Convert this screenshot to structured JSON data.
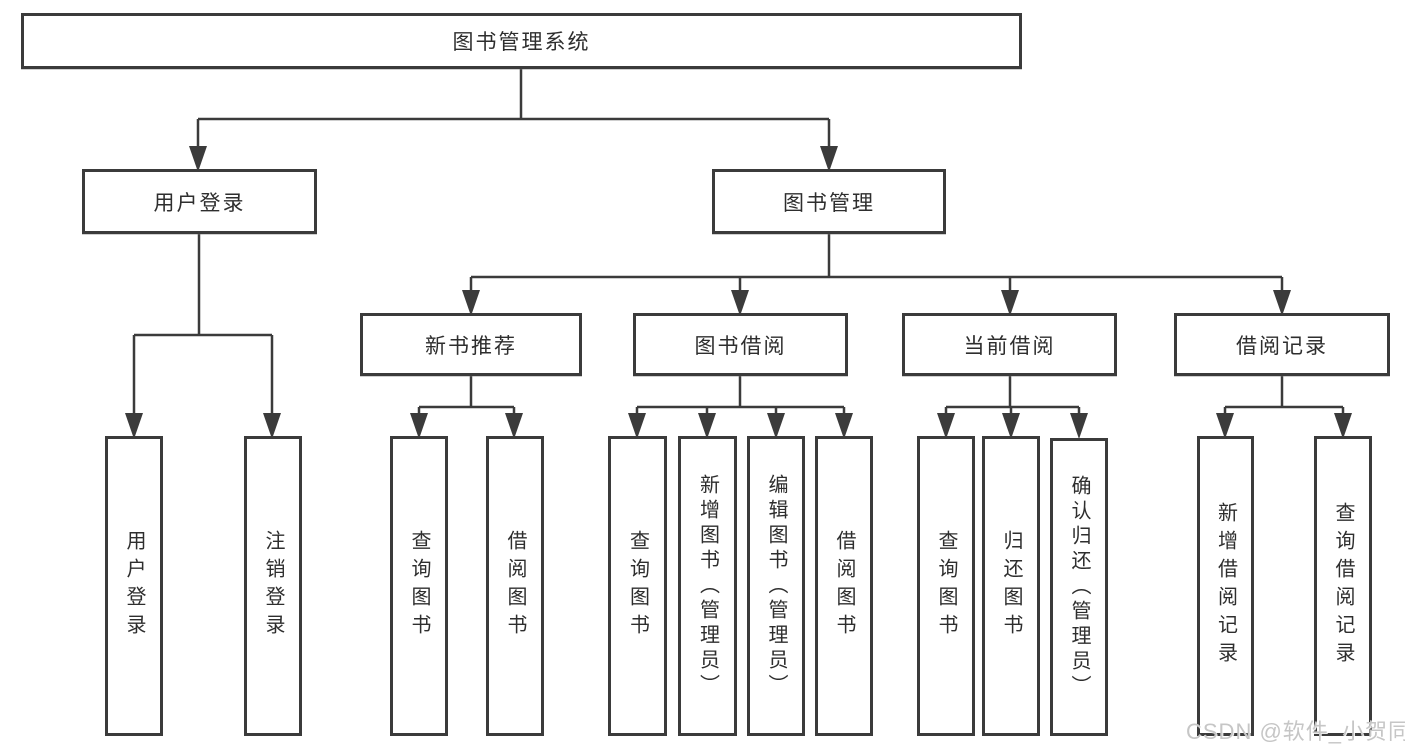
{
  "diagram": {
    "root": {
      "label": "图书管理系统"
    },
    "branches": [
      {
        "label": "用户登录",
        "children": [
          {
            "label": "用户登录"
          },
          {
            "label": "注销登录"
          }
        ]
      },
      {
        "label": "图书管理",
        "children": [
          {
            "label": "新书推荐",
            "children": [
              {
                "label": "查询图书"
              },
              {
                "label": "借阅图书"
              }
            ]
          },
          {
            "label": "图书借阅",
            "children": [
              {
                "label": "查询图书"
              },
              {
                "label": "新增图书（管理员）"
              },
              {
                "label": "编辑图书（管理员）"
              },
              {
                "label": "借阅图书"
              }
            ]
          },
          {
            "label": "当前借阅",
            "children": [
              {
                "label": "查询图书"
              },
              {
                "label": "归还图书"
              },
              {
                "label": "确认归还（管理员）"
              }
            ]
          },
          {
            "label": "借阅记录",
            "children": [
              {
                "label": "新增借阅记录"
              },
              {
                "label": "查询借阅记录"
              }
            ]
          }
        ]
      }
    ],
    "watermark": "CSDN @软件_小贺同学",
    "colors": {
      "line": "#3b3b3b",
      "box_border": "#3b3b3b",
      "text": "#2e2e2e",
      "background": "#ffffff",
      "watermark": "#c6c6c6"
    }
  }
}
